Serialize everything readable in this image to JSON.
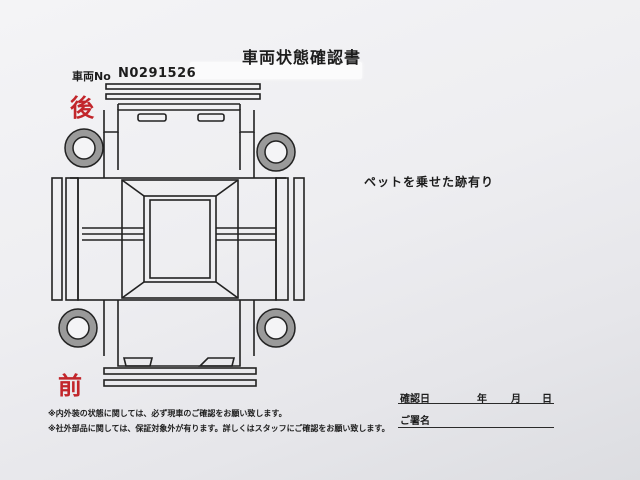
{
  "document": {
    "title": "車両状態確認書",
    "vehicle_label": "車両No",
    "vehicle_number": "N0291526",
    "rear_label": "後",
    "front_label": "前",
    "note": "ペットを乗せた跡有り",
    "disclaimers": [
      "※内外装の状態に関しては、必ず現車のご確認をお願い致します。",
      "※社外部品に関しては、保証対象外が有ります。詳しくはスタッフにご確認をお願い致します。"
    ],
    "confirmation": {
      "date_label": "確認日",
      "year_label": "年",
      "month_label": "月",
      "day_label": "日",
      "signature_label": "ご署名"
    }
  },
  "colors": {
    "direction_label": "#c2262b",
    "line": "#222222",
    "tire_fill": "#9a9a9a"
  },
  "icons": [
    "car-diagram-icon",
    "tire-icon"
  ]
}
